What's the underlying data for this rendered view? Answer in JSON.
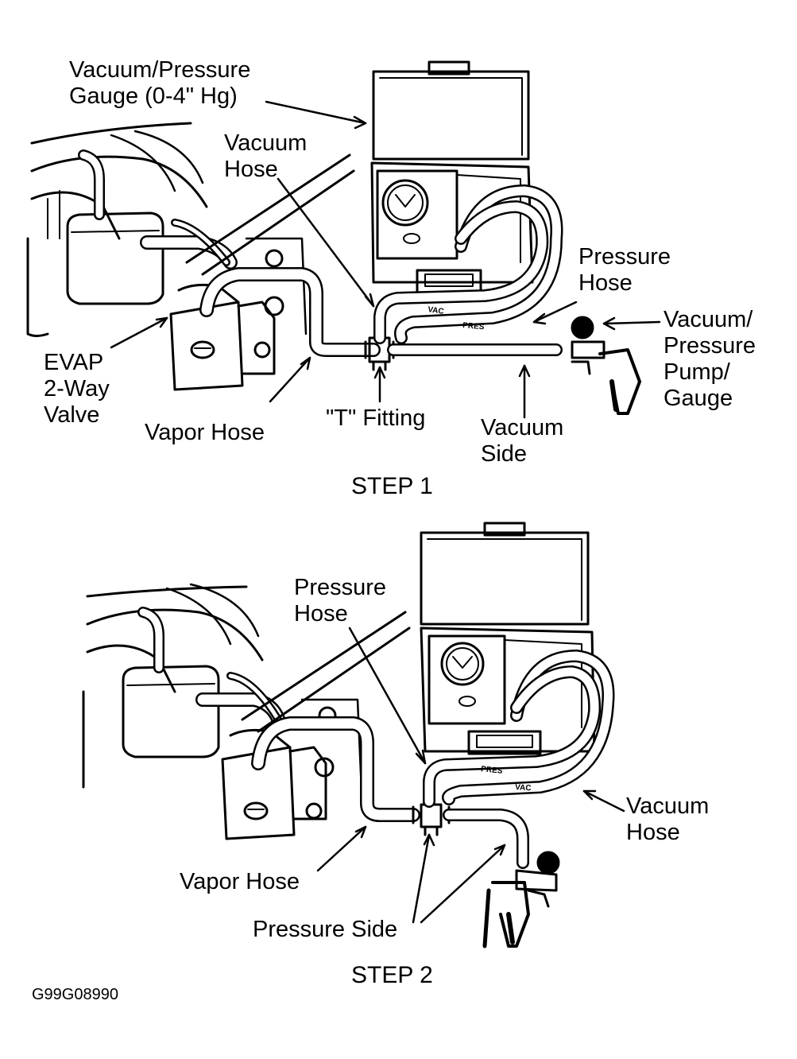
{
  "step1": {
    "title": "STEP 1",
    "gauge_label": "Vacuum/Pressure\nGauge (0-4\" Hg)",
    "vacuum_hose": "Vacuum\nHose",
    "pressure_hose": "Pressure\nHose",
    "pump_gauge": "Vacuum/\nPressure\nPump/\nGauge",
    "evap_valve": "EVAP\n2-Way\nValve",
    "vapor_hose": "Vapor Hose",
    "t_fitting": "\"T\" Fitting",
    "vacuum_side": "Vacuum\nSide",
    "hose_tag_vac": "VAC",
    "hose_tag_pres": "PRES"
  },
  "step2": {
    "title": "STEP 2",
    "pressure_hose": "Pressure\nHose",
    "vacuum_hose": "Vacuum\nHose",
    "vapor_hose": "Vapor Hose",
    "pressure_side": "Pressure Side",
    "hose_tag_vac": "VAC",
    "hose_tag_pres": "PRES"
  },
  "figure_code": "G99G08990"
}
